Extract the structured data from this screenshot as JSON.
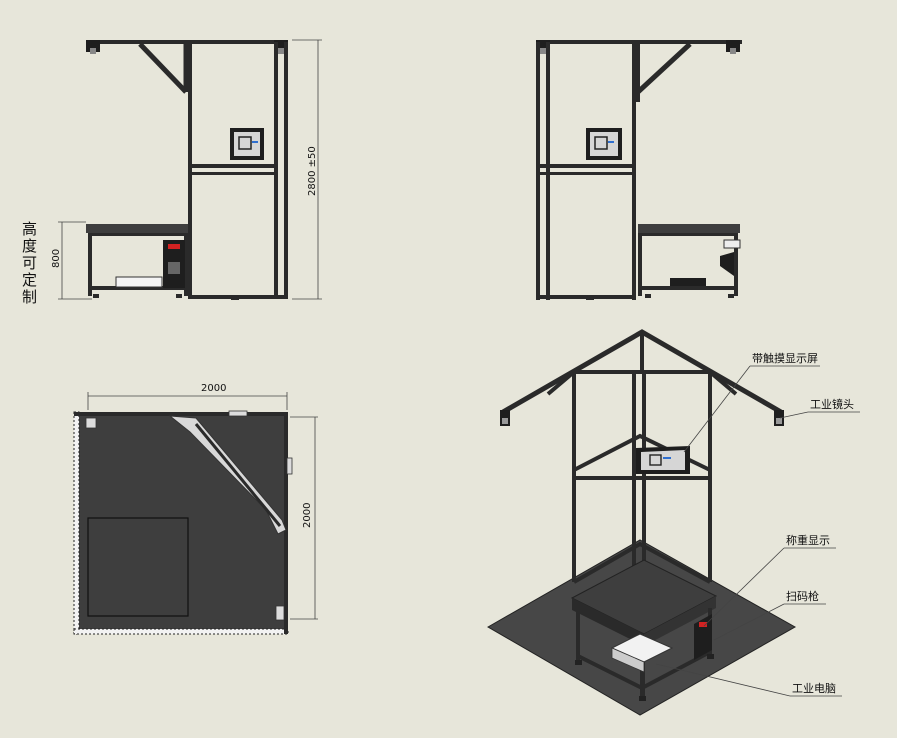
{
  "colors": {
    "background": "#e7e6da",
    "frame": "#2a2a2a",
    "panel": "#3e3e3e",
    "floor": "#474747",
    "screen_accent": "#2f6fd0",
    "indicator_red": "#d22222"
  },
  "front_view": {
    "dim_height": "2800 ±50",
    "dim_table": "800",
    "side_label": [
      "高",
      "度",
      "可",
      "定",
      "制"
    ]
  },
  "top_view": {
    "dim_width": "2000",
    "dim_depth": "2000"
  },
  "iso_view": {
    "callouts": [
      "带触摸显示屏",
      "工业镜头",
      "称重显示",
      "扫码枪",
      "工业电脑"
    ]
  }
}
